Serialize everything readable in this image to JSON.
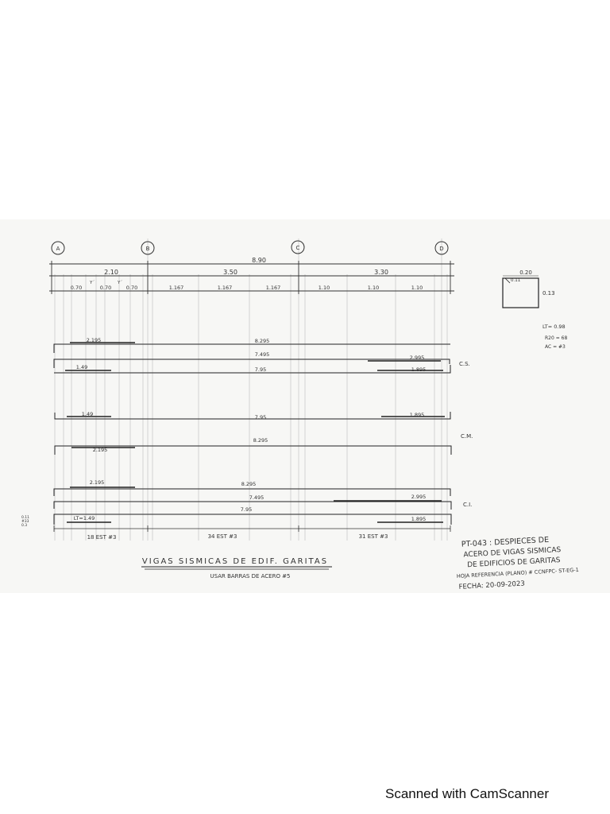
{
  "axes": [
    "A",
    "B",
    "C",
    "D"
  ],
  "total_span": "8.90",
  "spans": [
    "2.10",
    "3.50",
    "3.30"
  ],
  "subdivisions": [
    "0.70",
    "0.70",
    "0.70",
    "1.167",
    "1.167",
    "1.167",
    "1.10",
    "1.10",
    "1.10"
  ],
  "small_marks": [
    "Y´",
    "Y´"
  ],
  "section": {
    "width": "0.20",
    "height": "0.13",
    "hook": "0.11",
    "notes": [
      "LT= 0.98",
      "R20 = 68",
      "AC = #3"
    ]
  },
  "bars": [
    {
      "label": "2.195",
      "id": "cs-top-left"
    },
    {
      "label": "8.295",
      "id": "cs-main"
    },
    {
      "label": "7.495",
      "id": "cs-second"
    },
    {
      "label": "2.995",
      "id": "cs-right"
    },
    {
      "label": "1.49",
      "id": "cs-bottom-left"
    },
    {
      "label": "7.95",
      "id": "cs-third"
    },
    {
      "label": "1.895",
      "id": "cs-bottom-right"
    },
    {
      "label": "1.49",
      "id": "cm-left"
    },
    {
      "label": "7.95",
      "id": "cm-main"
    },
    {
      "label": "1.895",
      "id": "cm-right"
    },
    {
      "label": "8.295",
      "id": "cm-second"
    },
    {
      "label": "2.195",
      "id": "cm-bottom-left"
    },
    {
      "label": "2.195",
      "id": "ci-left"
    },
    {
      "label": "8.295",
      "id": "ci-main"
    },
    {
      "label": "7.495",
      "id": "ci-second"
    },
    {
      "label": "2.995",
      "id": "ci-right"
    },
    {
      "label": "7.95",
      "id": "ci-third"
    },
    {
      "label": "LT=1.49",
      "id": "ci-bottom-left"
    },
    {
      "label": "1.895",
      "id": "ci-bottom-right"
    }
  ],
  "zones": [
    "C.S.",
    "C.M.",
    "C.I."
  ],
  "stirrups": [
    "18 EST #3",
    "34 EST #3",
    "31 EST #3"
  ],
  "side_note": [
    "0.11",
    "#33",
    "0.3"
  ],
  "title": "VIGAS SISMICAS DE EDIF. GARITAS",
  "subtitle": "USAR BARRAS DE ACERO #5",
  "info": [
    "PT-043 : DESPIECES DE",
    "ACERO DE VIGAS SISMICAS",
    "DE EDIFICIOS DE GARITAS",
    "HOJA REFERENCIA (PLANO) # CCNFPC- ST-EG-1",
    "FECHA: 20-09-2023"
  ],
  "watermark": "Scanned with CamScanner"
}
